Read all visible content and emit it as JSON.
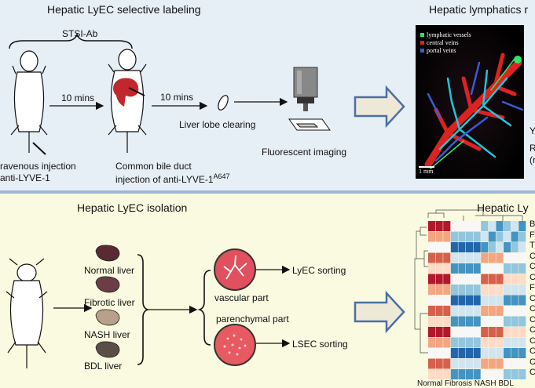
{
  "top": {
    "title": "Hepatic LyEC selective labeling",
    "right_title": "Hepatic lymphatics r",
    "stsi_label": "STSI-Ab",
    "step1_time": "10 mins",
    "step2_time": "10 mins",
    "injection_label_1": "ravenous injection",
    "injection_label_2": "anti-LYVE-1",
    "bile_duct_label_1": "Common bile duct",
    "bile_duct_label_2": "injection of anti-LYVE-1",
    "bile_duct_sup": "A647",
    "clearing_label": "Liver lobe clearing",
    "imaging_label": "Fluorescent imaging",
    "micro_legend": [
      "lymphatic vessels",
      "central veins",
      "portal veins"
    ],
    "scale_bar": "1 mm",
    "cutoff_labels": [
      "Y",
      "R",
      "(r"
    ]
  },
  "bottom": {
    "title": "Hepatic LyEC isolation",
    "right_title": "Hepatic Ly",
    "livers": [
      "Normal liver",
      "Fibrotic liver",
      "NASH liver",
      "BDL liver"
    ],
    "vascular_label": "vascular  part",
    "parenchymal_label": "parenchymal part",
    "lyec_sort": "LyEC sorting",
    "lsec_sort": "LSEC sorting",
    "heatmap_xlabel": "Normal Fibrosis NASH BDL",
    "heatmap_row_initials": [
      "B",
      "F",
      "T",
      "C",
      "C",
      "C",
      "F",
      "C",
      "C",
      "C",
      "C",
      "C",
      "C",
      "C",
      "C"
    ]
  },
  "colors": {
    "top_bg": "#e6eef6",
    "bottom_bg": "#fafae0",
    "liver_red": "#c0282e",
    "arrow_blue": "#4a6fa8"
  }
}
